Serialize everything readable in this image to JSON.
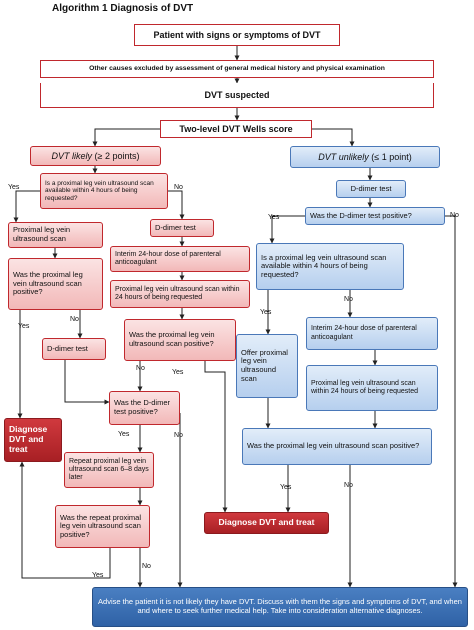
{
  "title": "Algorithm 1 Diagnosis of DVT",
  "nodes": {
    "signs": "Patient with signs or symptoms of DVT",
    "other_causes": "Other causes excluded by assessment of general medical history and physical examination",
    "dvt_suspected": "DVT suspected",
    "wells": "Two-level DVT Wells score",
    "likely_prefix": "DVT likely",
    "likely_suffix": " (≥ 2 points)",
    "unlikely_prefix": "DVT unlikely",
    "unlikely_suffix": " (≤ 1 point)",
    "l_us_available": "Is a proximal leg vein ultrasound scan available within 4 hours of being requested?",
    "l_proximal_scan": "Proximal leg vein ultrasound scan",
    "l_scan_positive": "Was the proximal leg vein ultrasound scan positive?",
    "l_ddimer_a": "D-dimer test",
    "l_ddimer_b": "D-dimer test",
    "l_interim": "Interim 24-hour dose of parenteral anticoagulant",
    "l_scan_24h": "Proximal leg vein ultrasound scan within 24 hours of being requested",
    "l_scan_positive_2": "Was the proximal leg vein ultrasound scan positive?",
    "l_ddimer_positive": "Was the D-dimer test positive?",
    "l_repeat_scan": "Repeat proximal leg vein ultrasound scan 6–8 days later",
    "l_repeat_positive": "Was the repeat proximal leg vein ultrasound scan positive?",
    "l_diagnose": "Diagnose DVT and treat",
    "center_diagnose": "Diagnose DVT and treat",
    "u_ddimer": "D-dimer test",
    "u_ddimer_positive": "Was the D-dimer test positive?",
    "u_us_available": "Is a proximal leg vein ultrasound scan available within 4 hours of being requested?",
    "u_offer_scan": "Offer proximal leg vein ultrasound scan",
    "u_interim": "Interim 24-hour dose of parenteral anticoagulant",
    "u_scan_24h": "Proximal leg vein ultrasound scan within 24 hours of being requested",
    "u_scan_positive": "Was the proximal leg vein ultrasound scan positive?",
    "advise": "Advise the patient it is not likely they have DVT. Discuss with them the signs and symptoms of DVT, and when and where to seek further medical help. Take into consideration alternative diagnoses."
  },
  "labels": {
    "yes": "Yes",
    "no": "No"
  }
}
